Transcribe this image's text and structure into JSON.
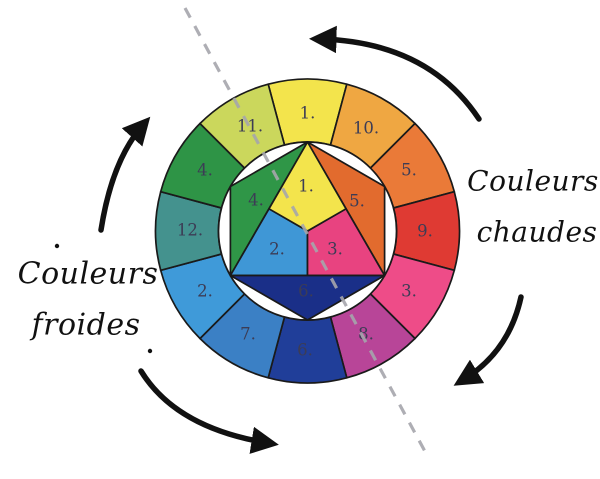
{
  "background_color": "#FFFFFF",
  "ink_color": "#111111",
  "outline_color": "#1A1A1A",
  "number_ink": "#3C3C55",
  "dash_color": "#A6A6AC",
  "annotations": {
    "warm": {
      "word1": "Couleurs",
      "word2": "chaudes"
    },
    "cold": {
      "word1": "Couleurs",
      "word2": "froides"
    }
  },
  "wheel": {
    "outer_ring": [
      {
        "name": "yellow",
        "label": "1.",
        "color": "#F3E44C"
      },
      {
        "name": "yellow-orange",
        "label": "10.",
        "color": "#EFA742"
      },
      {
        "name": "orange",
        "label": "5.",
        "color": "#EA7A38"
      },
      {
        "name": "red",
        "label": "9.",
        "color": "#DF3A33"
      },
      {
        "name": "pink-magenta",
        "label": "3.",
        "color": "#EE4C88"
      },
      {
        "name": "purple",
        "label": "8.",
        "color": "#B84598"
      },
      {
        "name": "dark-blue",
        "label": "6.",
        "color": "#203E99"
      },
      {
        "name": "blue",
        "label": "7.",
        "color": "#3B80C5"
      },
      {
        "name": "light-blue",
        "label": "2.",
        "color": "#3F9AD9"
      },
      {
        "name": "teal",
        "label": "12.",
        "color": "#44928E"
      },
      {
        "name": "green",
        "label": "4.",
        "color": "#2E9446"
      },
      {
        "name": "yellow-green",
        "label": "11.",
        "color": "#CBD75C"
      }
    ],
    "inner_star": [
      {
        "name": "yellow-primary",
        "label": "1.",
        "color": "#F3E44C"
      },
      {
        "name": "green-secondary",
        "label": "4.",
        "color": "#2F9647"
      },
      {
        "name": "orange-secondary",
        "label": "5.",
        "color": "#E26B2E"
      },
      {
        "name": "blue-primary",
        "label": "2.",
        "color": "#3F97D6"
      },
      {
        "name": "magenta-primary",
        "label": "3.",
        "color": "#E84380"
      },
      {
        "name": "violet-secondary",
        "label": "6.",
        "color": "#1A2F88"
      }
    ]
  }
}
